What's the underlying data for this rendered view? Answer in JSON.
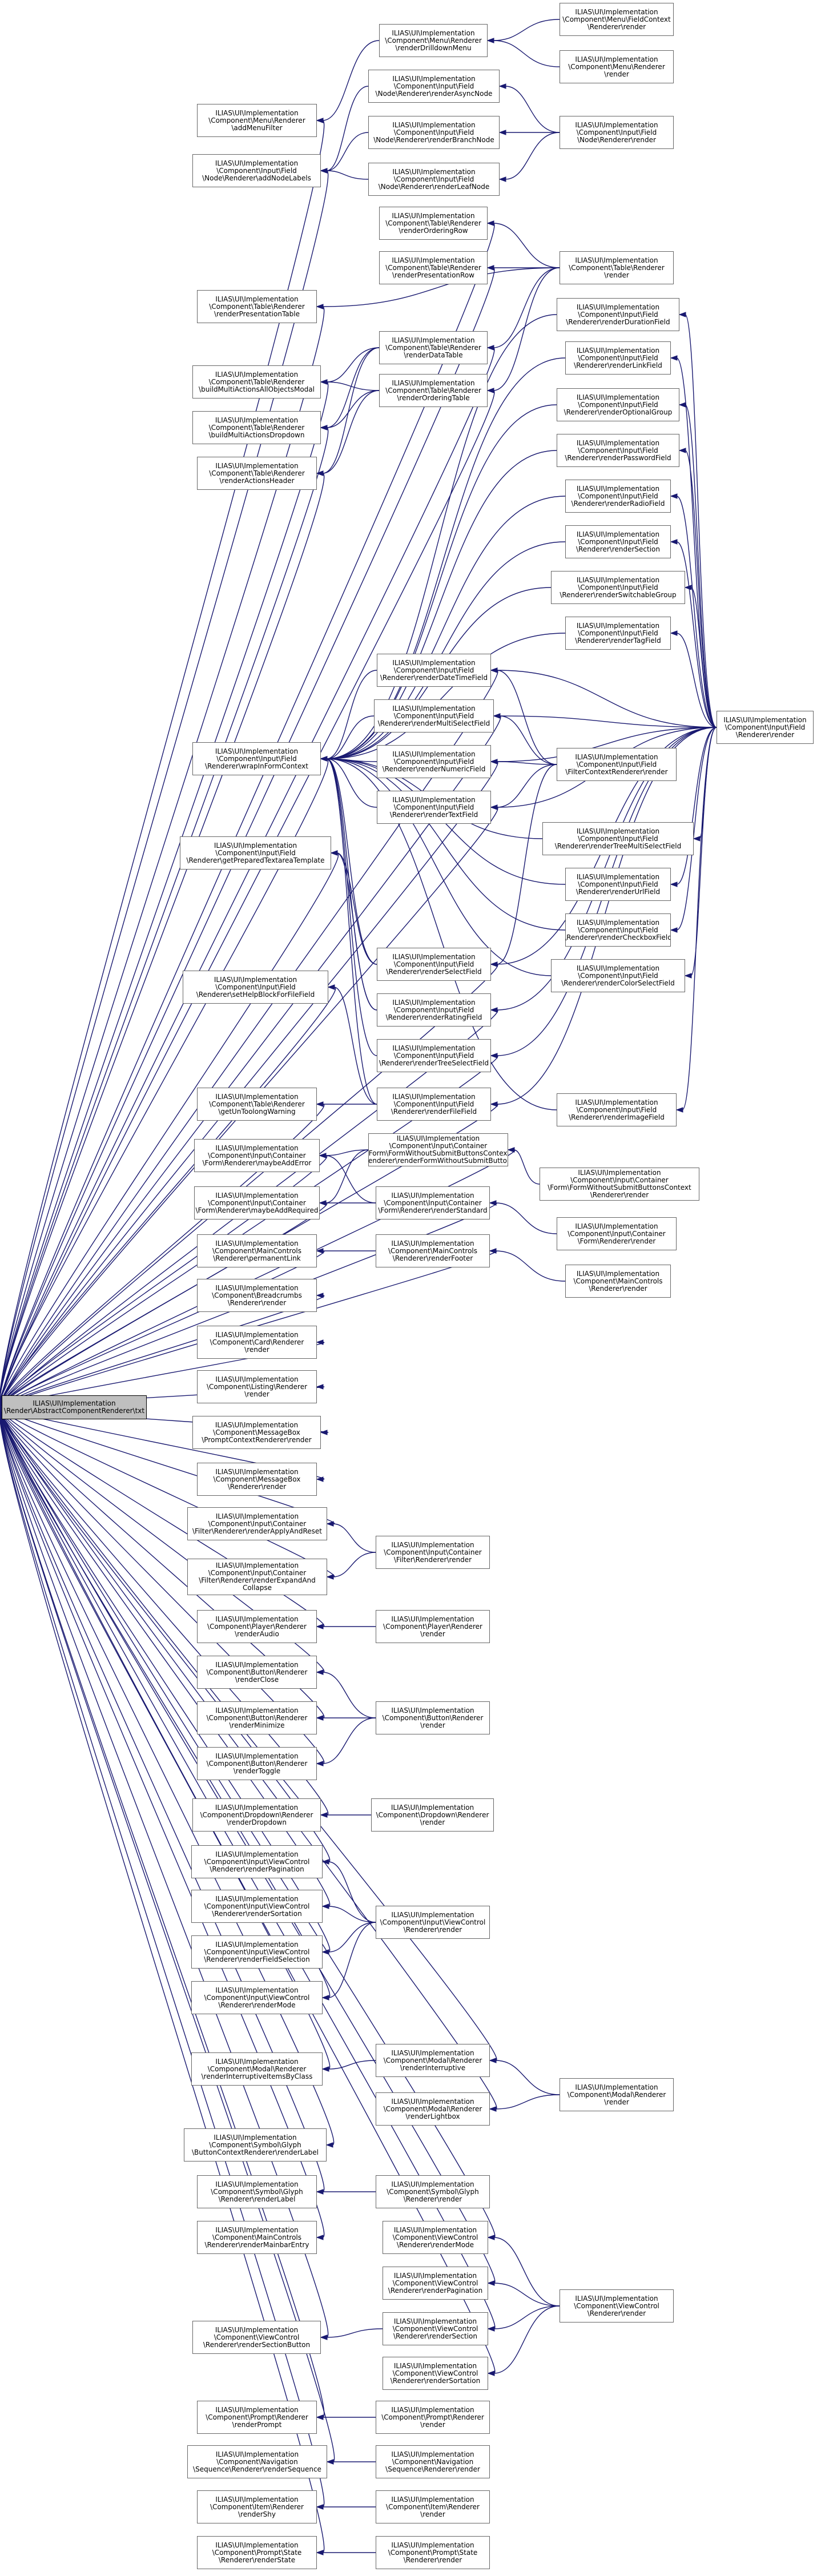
{
  "graph": {
    "root": "ILIAS\\UI\\Implementation\n\\Render\\AbstractComponentRenderer\\txt",
    "nodes": [
      {
        "id": "n1",
        "label": "ILIAS\\UI\\Implementation\n\\Component\\Menu\\FieldContext\n\\Renderer\\render"
      },
      {
        "id": "n2",
        "label": "ILIAS\\UI\\Implementation\n\\Component\\Menu\\Renderer\n\\renderDrilldownMenu"
      },
      {
        "id": "n3",
        "label": "ILIAS\\UI\\Implementation\n\\Component\\Menu\\Renderer\n\\render"
      },
      {
        "id": "n4",
        "label": "ILIAS\\UI\\Implementation\n\\Component\\Input\\Field\n\\Node\\Renderer\\renderAsyncNode"
      },
      {
        "id": "n5",
        "label": "ILIAS\\UI\\Implementation\n\\Component\\Menu\\Renderer\n\\addMenuFilter"
      },
      {
        "id": "n6",
        "label": "ILIAS\\UI\\Implementation\n\\Component\\Input\\Field\n\\Node\\Renderer\\renderBranchNode"
      },
      {
        "id": "n7",
        "label": "ILIAS\\UI\\Implementation\n\\Component\\Input\\Field\n\\Node\\Renderer\\render"
      },
      {
        "id": "n8",
        "label": "ILIAS\\UI\\Implementation\n\\Component\\Input\\Field\n\\Node\\Renderer\\addNodeLabels"
      },
      {
        "id": "n9",
        "label": "ILIAS\\UI\\Implementation\n\\Component\\Input\\Field\n\\Node\\Renderer\\renderLeafNode"
      },
      {
        "id": "n10",
        "label": "ILIAS\\UI\\Implementation\n\\Component\\Table\\Renderer\n\\renderOrderingRow"
      },
      {
        "id": "n11",
        "label": "ILIAS\\UI\\Implementation\n\\Component\\Table\\Renderer\n\\renderPresentationRow"
      },
      {
        "id": "n12",
        "label": "ILIAS\\UI\\Implementation\n\\Component\\Table\\Renderer\n\\render"
      },
      {
        "id": "n13",
        "label": "ILIAS\\UI\\Implementation\n\\Component\\Table\\Renderer\n\\renderPresentationTable"
      },
      {
        "id": "n14",
        "label": "ILIAS\\UI\\Implementation\n\\Component\\Input\\Field\n\\Renderer\\renderDurationField"
      },
      {
        "id": "n15",
        "label": "ILIAS\\UI\\Implementation\n\\Component\\Table\\Renderer\n\\renderDataTable"
      },
      {
        "id": "n16",
        "label": "ILIAS\\UI\\Implementation\n\\Component\\Table\\Renderer\n\\buildMultiActionsAllObjectsModal"
      },
      {
        "id": "n17",
        "label": "ILIAS\\UI\\Implementation\n\\Component\\Input\\Field\n\\Renderer\\renderLinkField"
      },
      {
        "id": "n18",
        "label": "ILIAS\\UI\\Implementation\n\\Component\\Table\\Renderer\n\\buildMultiActionsDropdown"
      },
      {
        "id": "n19",
        "label": "ILIAS\\UI\\Implementation\n\\Component\\Table\\Renderer\n\\renderOrderingTable"
      },
      {
        "id": "n20",
        "label": "ILIAS\\UI\\Implementation\n\\Component\\Input\\Field\n\\Renderer\\renderOptionalGroup"
      },
      {
        "id": "n21",
        "label": "ILIAS\\UI\\Implementation\n\\Component\\Input\\Field\n\\Renderer\\renderPasswordField"
      },
      {
        "id": "n22",
        "label": "ILIAS\\UI\\Implementation\n\\Component\\Table\\Renderer\n\\renderActionsHeader"
      },
      {
        "id": "n23",
        "label": "ILIAS\\UI\\Implementation\n\\Component\\Input\\Field\n\\Renderer\\renderRadioField"
      },
      {
        "id": "n24",
        "label": "ILIAS\\UI\\Implementation\n\\Component\\Input\\Field\n\\Renderer\\renderSection"
      },
      {
        "id": "n25",
        "label": "ILIAS\\UI\\Implementation\n\\Component\\Input\\Field\n\\Renderer\\renderSwitchableGroup"
      },
      {
        "id": "n26",
        "label": "ILIAS\\UI\\Implementation\n\\Component\\Input\\Field\n\\Renderer\\renderTagField"
      },
      {
        "id": "n27",
        "label": "ILIAS\\UI\\Implementation\n\\Component\\Input\\Field\n\\Renderer\\renderDateTimeField"
      },
      {
        "id": "n28",
        "label": "ILIAS\\UI\\Implementation\n\\Component\\Input\\Field\n\\Renderer\\render"
      },
      {
        "id": "n29",
        "label": "ILIAS\\UI\\Implementation\n\\Component\\Input\\Field\n\\Renderer\\renderMultiSelectField"
      },
      {
        "id": "n30",
        "label": "ILIAS\\UI\\Implementation\n\\Component\\Input\\Field\n\\Renderer\\wrapInFormContext"
      },
      {
        "id": "n31",
        "label": "ILIAS\\UI\\Implementation\n\\Component\\Input\\Field\n\\Renderer\\renderNumericField"
      },
      {
        "id": "n32",
        "label": "ILIAS\\UI\\Implementation\n\\Component\\Input\\Field\n\\FilterContextRenderer\\render"
      },
      {
        "id": "n33",
        "label": "ILIAS\\UI\\Implementation\n\\Component\\Input\\Field\n\\Renderer\\renderTextField"
      },
      {
        "id": "n34",
        "label": "ILIAS\\UI\\Implementation\n\\Component\\Input\\Field\n\\Renderer\\getPreparedTextareaTemplate"
      },
      {
        "id": "n35",
        "label": "ILIAS\\UI\\Implementation\n\\Component\\Input\\Field\n\\Renderer\\renderTreeMultiSelectField"
      },
      {
        "id": "n36",
        "label": "ILIAS\\UI\\Implementation\n\\Component\\Input\\Field\n\\Renderer\\renderUrlField"
      },
      {
        "id": "n37",
        "label": "ILIAS\\UI\\Implementation\n\\Component\\Input\\Field\n\\Renderer\\renderCheckboxField"
      },
      {
        "id": "n38",
        "label": "ILIAS\\UI\\Implementation\n\\Component\\Input\\Field\n\\Renderer\\renderSelectField"
      },
      {
        "id": "n39",
        "label": "ILIAS\\UI\\Implementation\n\\Component\\Input\\Field\n\\Renderer\\renderColorSelectField"
      },
      {
        "id": "n40",
        "label": "ILIAS\\UI\\Implementation\n\\Component\\Input\\Field\n\\Renderer\\setHelpBlockForFileField"
      },
      {
        "id": "n41",
        "label": "ILIAS\\UI\\Implementation\n\\Component\\Input\\Field\n\\Renderer\\renderRatingField"
      },
      {
        "id": "n42",
        "label": "ILIAS\\UI\\Implementation\n\\Component\\Input\\Field\n\\Renderer\\renderTreeSelectField"
      },
      {
        "id": "n43",
        "label": "ILIAS\\UI\\Implementation\n\\Component\\Table\\Renderer\n\\getUnToolongWarning"
      },
      {
        "id": "n44",
        "label": "ILIAS\\UI\\Implementation\n\\Component\\Input\\Field\n\\Renderer\\renderFileField"
      },
      {
        "id": "n45",
        "label": "ILIAS\\UI\\Implementation\n\\Component\\Input\\Field\n\\Renderer\\renderImageField"
      },
      {
        "id": "n46",
        "label": "ILIAS\\UI\\Implementation\n\\Component\\Input\\Container\n\\Form\\Renderer\\maybeAddError"
      },
      {
        "id": "n47",
        "label": "ILIAS\\UI\\Implementation\n\\Component\\Input\\Container\n\\Form\\FormWithoutSubmitButtonsContext\n\\Renderer\\renderFormWithoutSubmitButtons"
      },
      {
        "id": "n48",
        "label": "ILIAS\\UI\\Implementation\n\\Component\\Input\\Container\n\\Form\\FormWithoutSubmitButtonsContext\n\\Renderer\\render"
      },
      {
        "id": "n49",
        "label": "ILIAS\\UI\\Implementation\n\\Component\\Input\\Container\n\\Form\\Renderer\\maybeAddRequired"
      },
      {
        "id": "n50",
        "label": "ILIAS\\UI\\Implementation\n\\Component\\Input\\Container\n\\Form\\Renderer\\renderStandard"
      },
      {
        "id": "n51",
        "label": "ILIAS\\UI\\Implementation\n\\Component\\Input\\Container\n\\Form\\Renderer\\render"
      },
      {
        "id": "n52",
        "label": "ILIAS\\UI\\Implementation\n\\Component\\MainControls\n\\Renderer\\permanentLink"
      },
      {
        "id": "n53",
        "label": "ILIAS\\UI\\Implementation\n\\Component\\MainControls\n\\Renderer\\renderFooter"
      },
      {
        "id": "n54",
        "label": "ILIAS\\UI\\Implementation\n\\Component\\MainControls\n\\Renderer\\render"
      },
      {
        "id": "n55",
        "label": "ILIAS\\UI\\Implementation\n\\Component\\Breadcrumbs\n\\Renderer\\render"
      },
      {
        "id": "n56",
        "label": "ILIAS\\UI\\Implementation\n\\Component\\Card\\Renderer\n\\render"
      },
      {
        "id": "n57",
        "label": "ILIAS\\UI\\Implementation\n\\Component\\Listing\\Renderer\n\\render"
      },
      {
        "id": "n58",
        "label": "ILIAS\\UI\\Implementation\n\\Component\\MessageBox\n\\PromptContextRenderer\\render"
      },
      {
        "id": "n59",
        "label": "ILIAS\\UI\\Implementation\n\\Component\\MessageBox\n\\Renderer\\render"
      },
      {
        "id": "n60",
        "label": "ILIAS\\UI\\Implementation\n\\Component\\Input\\Container\n\\Filter\\Renderer\\renderApplyAndReset"
      },
      {
        "id": "n61",
        "label": "ILIAS\\UI\\Implementation\n\\Component\\Input\\Container\n\\Filter\\Renderer\\render"
      },
      {
        "id": "n62",
        "label": "ILIAS\\UI\\Implementation\n\\Component\\Input\\Container\n\\Filter\\Renderer\\renderExpandAnd\nCollapse"
      },
      {
        "id": "n63",
        "label": "ILIAS\\UI\\Implementation\n\\Component\\Player\\Renderer\n\\renderAudio"
      },
      {
        "id": "n64",
        "label": "ILIAS\\UI\\Implementation\n\\Component\\Player\\Renderer\n\\render"
      },
      {
        "id": "n65",
        "label": "ILIAS\\UI\\Implementation\n\\Component\\Button\\Renderer\n\\renderClose"
      },
      {
        "id": "n66",
        "label": "ILIAS\\UI\\Implementation\n\\Component\\Button\\Renderer\n\\renderMinimize"
      },
      {
        "id": "n67",
        "label": "ILIAS\\UI\\Implementation\n\\Component\\Button\\Renderer\n\\render"
      },
      {
        "id": "n68",
        "label": "ILIAS\\UI\\Implementation\n\\Component\\Button\\Renderer\n\\renderToggle"
      },
      {
        "id": "n69",
        "label": "ILIAS\\UI\\Implementation\n\\Component\\Dropdown\\Renderer\n\\renderDropdown"
      },
      {
        "id": "n70",
        "label": "ILIAS\\UI\\Implementation\n\\Component\\Dropdown\\Renderer\n\\render"
      },
      {
        "id": "n71",
        "label": "ILIAS\\UI\\Implementation\n\\Component\\Input\\ViewControl\n\\Renderer\\renderPagination"
      },
      {
        "id": "n72",
        "label": "ILIAS\\UI\\Implementation\n\\Component\\Input\\ViewControl\n\\Renderer\\renderSortation"
      },
      {
        "id": "n73",
        "label": "ILIAS\\UI\\Implementation\n\\Component\\Input\\ViewControl\n\\Renderer\\render"
      },
      {
        "id": "n74",
        "label": "ILIAS\\UI\\Implementation\n\\Component\\Input\\ViewControl\n\\Renderer\\renderFieldSelection"
      },
      {
        "id": "n75",
        "label": "ILIAS\\UI\\Implementation\n\\Component\\Input\\ViewControl\n\\Renderer\\renderMode"
      },
      {
        "id": "n76",
        "label": "ILIAS\\UI\\Implementation\n\\Component\\Modal\\Renderer\n\\renderInterruptive"
      },
      {
        "id": "n77",
        "label": "ILIAS\\UI\\Implementation\n\\Component\\Modal\\Renderer\n\\renderInterruptiveItemsByClass"
      },
      {
        "id": "n78",
        "label": "ILIAS\\UI\\Implementation\n\\Component\\Modal\\Renderer\n\\render"
      },
      {
        "id": "n79",
        "label": "ILIAS\\UI\\Implementation\n\\Component\\Modal\\Renderer\n\\renderLightbox"
      },
      {
        "id": "n80",
        "label": "ILIAS\\UI\\Implementation\n\\Component\\Symbol\\Glyph\n\\ButtonContextRenderer\\renderLabel"
      },
      {
        "id": "n81",
        "label": "ILIAS\\UI\\Implementation\n\\Component\\Symbol\\Glyph\n\\Renderer\\renderLabel"
      },
      {
        "id": "n82",
        "label": "ILIAS\\UI\\Implementation\n\\Component\\Symbol\\Glyph\n\\Renderer\\render"
      },
      {
        "id": "n83",
        "label": "ILIAS\\UI\\Implementation\n\\Component\\ViewControl\n\\Renderer\\renderMode"
      },
      {
        "id": "n84",
        "label": "ILIAS\\UI\\Implementation\n\\Component\\MainControls\n\\Renderer\\renderMainbarEntry"
      },
      {
        "id": "n85",
        "label": "ILIAS\\UI\\Implementation\n\\Component\\ViewControl\n\\Renderer\\renderPagination"
      },
      {
        "id": "n86",
        "label": "ILIAS\\UI\\Implementation\n\\Component\\ViewControl\n\\Renderer\\render"
      },
      {
        "id": "n87",
        "label": "ILIAS\\UI\\Implementation\n\\Component\\ViewControl\n\\Renderer\\renderSection"
      },
      {
        "id": "n88",
        "label": "ILIAS\\UI\\Implementation\n\\Component\\ViewControl\n\\Renderer\\renderSectionButton"
      },
      {
        "id": "n89",
        "label": "ILIAS\\UI\\Implementation\n\\Component\\ViewControl\n\\Renderer\\renderSortation"
      },
      {
        "id": "n90",
        "label": "ILIAS\\UI\\Implementation\n\\Component\\Prompt\\Renderer\n\\renderPrompt"
      },
      {
        "id": "n91",
        "label": "ILIAS\\UI\\Implementation\n\\Component\\Prompt\\Renderer\n\\render"
      },
      {
        "id": "n92",
        "label": "ILIAS\\UI\\Implementation\n\\Component\\Navigation\n\\Sequence\\Renderer\\renderSequence"
      },
      {
        "id": "n93",
        "label": "ILIAS\\UI\\Implementation\n\\Component\\Navigation\n\\Sequence\\Renderer\\render"
      },
      {
        "id": "n94",
        "label": "ILIAS\\UI\\Implementation\n\\Component\\Item\\Renderer\n\\renderShy"
      },
      {
        "id": "n95",
        "label": "ILIAS\\UI\\Implementation\n\\Component\\Item\\Renderer\n\\render"
      },
      {
        "id": "n96",
        "label": "ILIAS\\UI\\Implementation\n\\Component\\Prompt\\State\n\\Renderer\\renderState"
      },
      {
        "id": "n97",
        "label": "ILIAS\\UI\\Implementation\n\\Component\\Prompt\\State\n\\Renderer\\render"
      }
    ],
    "edges": [
      [
        "n2",
        "n1"
      ],
      [
        "n2",
        "n3"
      ],
      [
        "n5",
        "n2"
      ],
      [
        "n8",
        "n4"
      ],
      [
        "n8",
        "n6"
      ],
      [
        "n8",
        "n9"
      ],
      [
        "n4",
        "n7"
      ],
      [
        "n6",
        "n7"
      ],
      [
        "n9",
        "n7"
      ],
      [
        "n10",
        "n12"
      ],
      [
        "n11",
        "n12"
      ],
      [
        "n13",
        "n12"
      ],
      [
        "n15",
        "n12"
      ],
      [
        "n19",
        "n12"
      ],
      [
        "n16",
        "n15"
      ],
      [
        "n16",
        "n19"
      ],
      [
        "n18",
        "n15"
      ],
      [
        "n18",
        "n19"
      ],
      [
        "n22",
        "n15"
      ],
      [
        "n22",
        "n19"
      ],
      [
        "n14",
        "n28"
      ],
      [
        "n17",
        "n28"
      ],
      [
        "n20",
        "n28"
      ],
      [
        "n21",
        "n28"
      ],
      [
        "n23",
        "n28"
      ],
      [
        "n24",
        "n28"
      ],
      [
        "n25",
        "n28"
      ],
      [
        "n26",
        "n28"
      ],
      [
        "n27",
        "n28"
      ],
      [
        "n29",
        "n28"
      ],
      [
        "n31",
        "n28"
      ],
      [
        "n33",
        "n28"
      ],
      [
        "n35",
        "n28"
      ],
      [
        "n36",
        "n28"
      ],
      [
        "n37",
        "n28"
      ],
      [
        "n38",
        "n28"
      ],
      [
        "n39",
        "n28"
      ],
      [
        "n41",
        "n28"
      ],
      [
        "n42",
        "n28"
      ],
      [
        "n44",
        "n28"
      ],
      [
        "n45",
        "n28"
      ],
      [
        "n27",
        "n32"
      ],
      [
        "n29",
        "n32"
      ],
      [
        "n31",
        "n32"
      ],
      [
        "n33",
        "n32"
      ],
      [
        "n38",
        "n32"
      ],
      [
        "n30",
        "n14"
      ],
      [
        "n30",
        "n17"
      ],
      [
        "n30",
        "n20"
      ],
      [
        "n30",
        "n21"
      ],
      [
        "n30",
        "n23"
      ],
      [
        "n30",
        "n24"
      ],
      [
        "n30",
        "n25"
      ],
      [
        "n30",
        "n26"
      ],
      [
        "n30",
        "n27"
      ],
      [
        "n30",
        "n29"
      ],
      [
        "n30",
        "n31"
      ],
      [
        "n30",
        "n33"
      ],
      [
        "n30",
        "n35"
      ],
      [
        "n30",
        "n36"
      ],
      [
        "n30",
        "n37"
      ],
      [
        "n30",
        "n38"
      ],
      [
        "n30",
        "n39"
      ],
      [
        "n30",
        "n41"
      ],
      [
        "n30",
        "n42"
      ],
      [
        "n30",
        "n44"
      ],
      [
        "n30",
        "n45"
      ],
      [
        "n34",
        "n38"
      ],
      [
        "n34",
        "n41"
      ],
      [
        "n40",
        "n44"
      ],
      [
        "n43",
        "n44"
      ],
      [
        "n46",
        "n47"
      ],
      [
        "n46",
        "n50"
      ],
      [
        "n49",
        "n47"
      ],
      [
        "n49",
        "n50"
      ],
      [
        "n47",
        "n48"
      ],
      [
        "n50",
        "n51"
      ],
      [
        "n52",
        "n53"
      ],
      [
        "n53",
        "n54"
      ],
      [
        "n60",
        "n61"
      ],
      [
        "n62",
        "n61"
      ],
      [
        "n63",
        "n64"
      ],
      [
        "n65",
        "n67"
      ],
      [
        "n66",
        "n67"
      ],
      [
        "n68",
        "n67"
      ],
      [
        "n69",
        "n70"
      ],
      [
        "n71",
        "n73"
      ],
      [
        "n72",
        "n73"
      ],
      [
        "n74",
        "n73"
      ],
      [
        "n75",
        "n73"
      ],
      [
        "n77",
        "n76"
      ],
      [
        "n76",
        "n78"
      ],
      [
        "n79",
        "n78"
      ],
      [
        "n81",
        "n82"
      ],
      [
        "n83",
        "n86"
      ],
      [
        "n85",
        "n86"
      ],
      [
        "n87",
        "n86"
      ],
      [
        "n89",
        "n86"
      ],
      [
        "n88",
        "n87"
      ],
      [
        "n90",
        "n91"
      ],
      [
        "n92",
        "n93"
      ],
      [
        "n94",
        "n95"
      ],
      [
        "n96",
        "n97"
      ]
    ]
  }
}
